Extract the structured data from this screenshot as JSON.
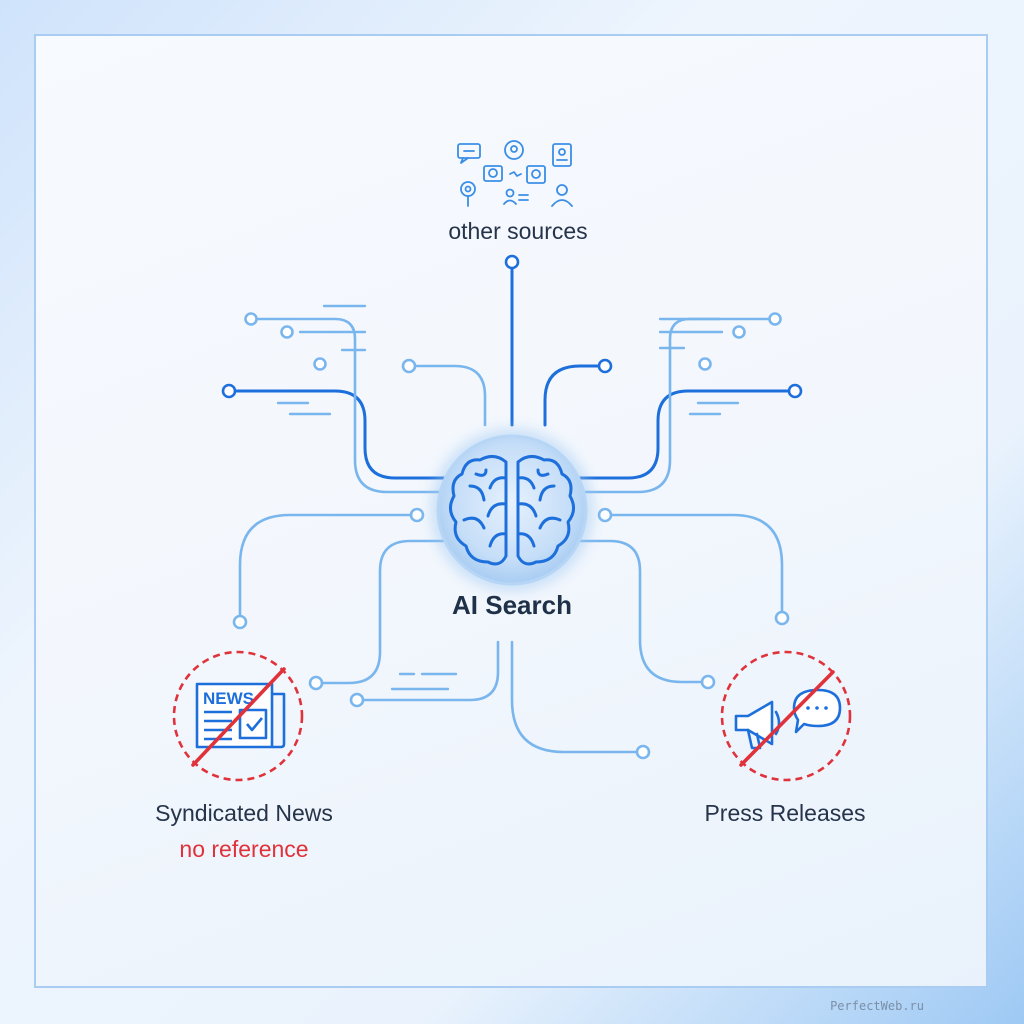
{
  "nodes": {
    "other_sources": {
      "label": "other sources"
    },
    "ai_search": {
      "label": "AI Search"
    },
    "syndicated_news": {
      "label": "Syndicated News",
      "note": "no reference",
      "badge": "NEWS"
    },
    "press_releases": {
      "label": "Press Releases"
    }
  },
  "watermark": "PerfectWeb.ru",
  "colors": {
    "primary_line": "#1d6fdc",
    "secondary_line": "#79b6ee",
    "excluded": "#e0323a",
    "text": "#25344b"
  },
  "icons": {
    "center": "brain-icon",
    "news": "newspaper-icon",
    "press": "megaphone-icon",
    "sources": "source-icons-cluster"
  }
}
